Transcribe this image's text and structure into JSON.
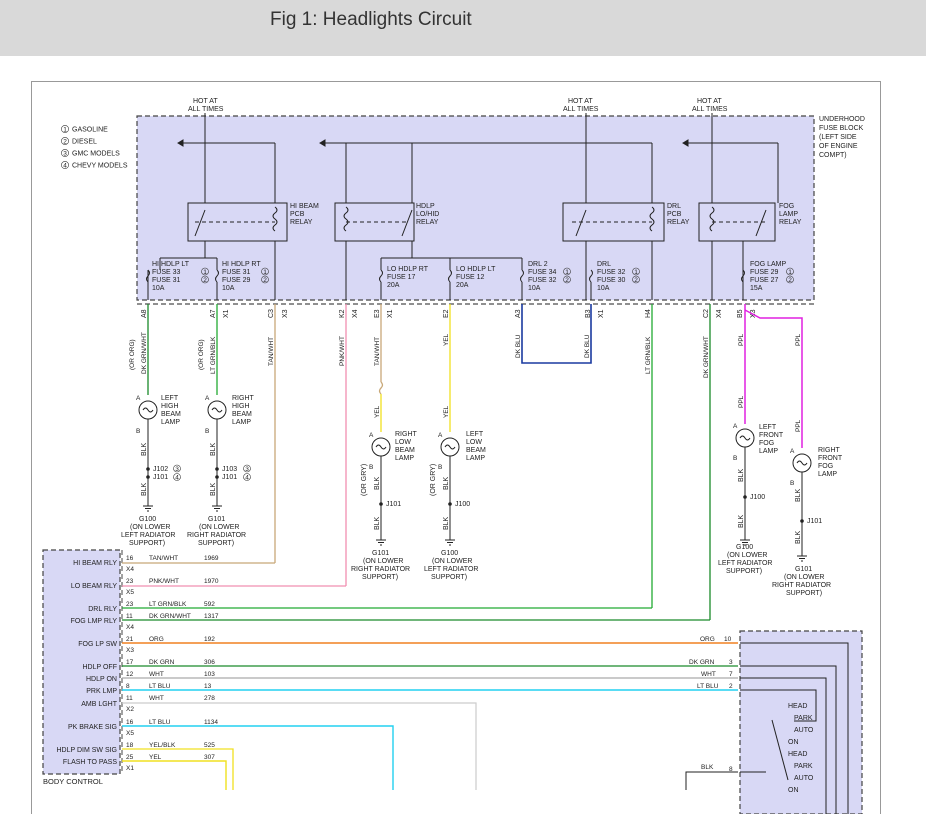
{
  "header": {
    "title": "Fig 1: Headlights Circuit"
  },
  "colors": {
    "header_bg": "#d9d9d9",
    "fuse_block_fill": "#d8d8f5",
    "wire_tan": "#c8a878",
    "wire_pink": "#f08fb0",
    "wire_green": "#22aa33",
    "wire_dkgreen": "#1a8a2a",
    "wire_orange": "#f08020",
    "wire_ltblue": "#22d0f0",
    "wire_yellow": "#f0e020",
    "wire_purple": "#e020e0",
    "wire_dkblue": "#1a3aa0"
  },
  "legend": [
    {
      "num": "1",
      "text": "GASOLINE"
    },
    {
      "num": "2",
      "text": "DIESEL"
    },
    {
      "num": "3",
      "text": "GMC MODELS"
    },
    {
      "num": "4",
      "text": "CHEVY MODELS"
    }
  ],
  "hot_labels": [
    {
      "line1": "HOT AT",
      "line2": "ALL TIMES"
    },
    {
      "line1": "HOT AT",
      "line2": "ALL TIMES"
    },
    {
      "line1": "HOT AT",
      "line2": "ALL TIMES"
    }
  ],
  "fuse_block_label": [
    "UNDERHOOD",
    "FUSE BLOCK",
    "(LEFT SIDE",
    "OF ENGINE",
    "COMPT)"
  ],
  "relays": [
    {
      "lines": [
        "HI BEAM",
        "PCB",
        "RELAY"
      ]
    },
    {
      "lines": [
        "HDLP",
        "LO/HID",
        "RELAY"
      ]
    },
    {
      "lines": [
        "DRL",
        "PCB",
        "RELAY"
      ]
    },
    {
      "lines": [
        "FOG",
        "LAMP",
        "RELAY"
      ]
    }
  ],
  "fuses": [
    {
      "lines": [
        "HI HDLP LT",
        "FUSE 33",
        "FUSE 31",
        "10A"
      ],
      "badges": [
        "1",
        "2"
      ]
    },
    {
      "lines": [
        "HI HDLP RT",
        "FUSE 31",
        "FUSE 29",
        "10A"
      ],
      "badges": [
        "1",
        "2"
      ]
    },
    {
      "lines": [
        "LO HDLP RT",
        "FUSE 17",
        "20A"
      ],
      "badges": []
    },
    {
      "lines": [
        "LO HDLP LT",
        "FUSE 12",
        "20A"
      ],
      "badges": []
    },
    {
      "lines": [
        "DRL 2",
        "FUSE 34",
        "FUSE 32",
        "10A"
      ],
      "badges": [
        "1",
        "2"
      ]
    },
    {
      "lines": [
        "DRL",
        "FUSE 32",
        "FUSE 30",
        "10A"
      ],
      "badges": [
        "1",
        "2"
      ]
    },
    {
      "lines": [
        "FOG LAMP",
        "FUSE 29",
        "FUSE 27",
        "15A"
      ],
      "badges": [
        "1",
        "2"
      ]
    }
  ],
  "pins": [
    "A8",
    "A7",
    "X1",
    "C3",
    "X3",
    "K2",
    "X4",
    "E3",
    "X1",
    "E2",
    "A3",
    "B3",
    "X1",
    "H4",
    "C2",
    "X4",
    "B5",
    "X3"
  ],
  "wire_colors": {
    "orgdk": "(OR ORG)",
    "dkgrnwht": "DK GRN/WHT",
    "ltgrnblk": "LT GRN/BLK",
    "tanwht": "TAN/WHT",
    "pnkwht": "PNK/WHT",
    "yel": "YEL",
    "dkblu": "DK BLU",
    "ppl": "PPL",
    "blk": "BLK",
    "orgry": "(OR GRY)"
  },
  "lamps": [
    {
      "lines": [
        "LEFT",
        "HIGH",
        "BEAM",
        "LAMP"
      ]
    },
    {
      "lines": [
        "RIGHT",
        "HIGH",
        "BEAM",
        "LAMP"
      ]
    },
    {
      "lines": [
        "RIGHT",
        "LOW",
        "BEAM",
        "LAMP"
      ]
    },
    {
      "lines": [
        "LEFT",
        "LOW",
        "BEAM",
        "LAMP"
      ]
    },
    {
      "lines": [
        "LEFT",
        "FRONT",
        "FOG",
        "LAMP"
      ]
    },
    {
      "lines": [
        "RIGHT",
        "FRONT",
        "FOG",
        "LAMP"
      ]
    }
  ],
  "pin_ab": {
    "a": "A",
    "b": "B"
  },
  "splices": [
    "J102",
    "J101",
    "J103",
    "J101",
    "J101",
    "J100",
    "J100",
    "J101"
  ],
  "grounds": [
    {
      "lines": [
        "G100",
        "(ON LOWER",
        "LEFT RADIATOR",
        "SUPPORT)"
      ]
    },
    {
      "lines": [
        "G101",
        "(ON LOWER",
        "RIGHT RADIATOR",
        "SUPPORT)"
      ]
    },
    {
      "lines": [
        "G101",
        "(ON LOWER",
        "RIGHT RADIATOR",
        "SUPPORT)"
      ]
    },
    {
      "lines": [
        "G100",
        "(ON LOWER",
        "LEFT RADIATOR",
        "SUPPORT)"
      ]
    },
    {
      "lines": [
        "G100",
        "(ON LOWER",
        "LEFT RADIATOR",
        "SUPPORT)"
      ]
    },
    {
      "lines": [
        "G101",
        "(ON LOWER",
        "RIGHT RADIATOR",
        "SUPPORT)"
      ]
    }
  ],
  "bcm": {
    "title": "BODY CONTROL",
    "rows": [
      {
        "label": "HI BEAM RLY",
        "pin": "16",
        "conn": "X4",
        "wire": "TAN/WHT",
        "circuit": "1969"
      },
      {
        "label": "LO BEAM RLY",
        "pin": "23",
        "conn": "X5",
        "wire": "PNK/WHT",
        "circuit": "1970"
      },
      {
        "label": "DRL RLY",
        "pin": "23",
        "conn": "",
        "wire": "LT GRN/BLK",
        "circuit": "592"
      },
      {
        "label": "FOG LMP RLY",
        "pin": "11",
        "conn": "X4",
        "wire": "DK GRN/WHT",
        "circuit": "1317"
      },
      {
        "label": "FOG LP SW",
        "pin": "21",
        "conn": "X3",
        "wire": "ORG",
        "circuit": "192"
      },
      {
        "label": "HDLP OFF",
        "pin": "17",
        "conn": "",
        "wire": "DK GRN",
        "circuit": "306"
      },
      {
        "label": "HDLP ON",
        "pin": "12",
        "conn": "",
        "wire": "WHT",
        "circuit": "103"
      },
      {
        "label": "PRK LMP",
        "pin": "8",
        "conn": "",
        "wire": "LT BLU",
        "circuit": "13"
      },
      {
        "label": "AMB LGHT",
        "pin": "11",
        "conn": "X2",
        "wire": "WHT",
        "circuit": "278"
      },
      {
        "label": "PK BRAKE SIG",
        "pin": "16",
        "conn": "X5",
        "wire": "LT BLU",
        "circuit": "1134"
      },
      {
        "label": "HDLP DIM SW SIG",
        "pin": "18",
        "conn": "",
        "wire": "YEL/BLK",
        "circuit": "525"
      },
      {
        "label": "FLASH TO PASS",
        "pin": "25",
        "conn": "X1",
        "wire": "YEL",
        "circuit": "307"
      }
    ]
  },
  "switch": {
    "inputs": [
      {
        "wire": "ORG",
        "pin": "10"
      },
      {
        "wire": "DK GRN",
        "pin": "3"
      },
      {
        "wire": "WHT",
        "pin": "7"
      },
      {
        "wire": "LT BLU",
        "pin": "2"
      },
      {
        "wire": "BLK",
        "pin": "8"
      }
    ],
    "positions": [
      "HEAD",
      "PARK",
      "AUTO",
      "ON",
      "HEAD",
      "PARK",
      "AUTO",
      "ON"
    ]
  }
}
